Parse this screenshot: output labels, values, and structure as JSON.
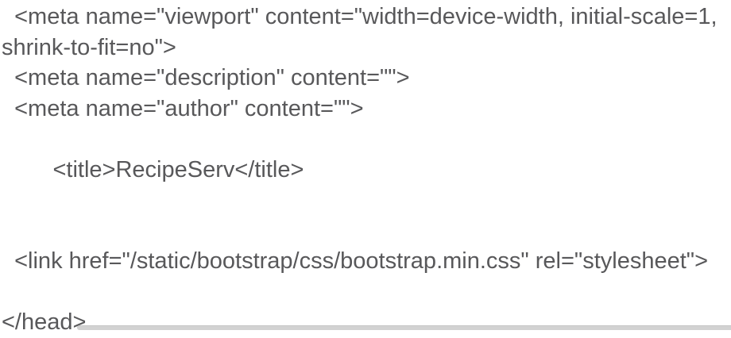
{
  "page": {
    "kind": "rendered-html-source-text",
    "document_title_shown_in_text": "RecipeServ"
  },
  "colors": {
    "background": "#ffffff",
    "text": "#58585a",
    "scrollbar": "#d2d2d2"
  },
  "content": {
    "lines": [
      "  <meta name=\"viewport\" content=\"width=device-width, initial-scale=1,",
      "shrink-to-fit=no\">",
      "  <meta name=\"description\" content=\"\">",
      "  <meta name=\"author\" content=\"\">",
      "",
      "        <title>RecipeServ</title>",
      "",
      "",
      "  <link href=\"/static/bootstrap/css/bootstrap.min.css\" rel=\"stylesheet\">",
      "",
      "</head>"
    ]
  }
}
